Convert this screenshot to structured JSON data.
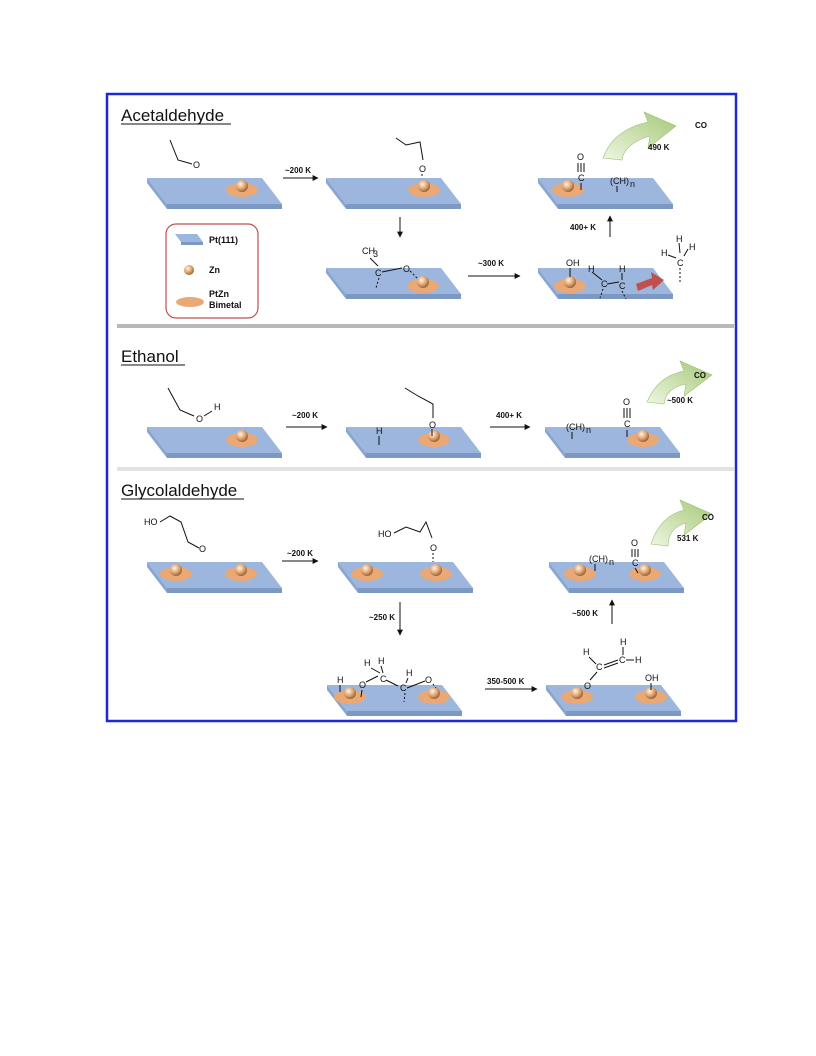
{
  "sections": [
    {
      "title": "Acetaldehyde"
    },
    {
      "title": "Ethanol"
    },
    {
      "title": "Glycolaldehyde"
    }
  ],
  "legend": {
    "pt111": "Pt(111)",
    "zn": "Zn",
    "ptzn_line1": "PtZn",
    "ptzn_line2": "Bimetal"
  },
  "temps": {
    "a1": "~200 K",
    "a2": "~300 K",
    "a3": "400+ K",
    "a_des": "490 K",
    "e1": "~200 K",
    "e2": "400+ K",
    "e_des": "~500 K",
    "g1": "~200 K",
    "g2": "~250 K",
    "g3": "350-500 K",
    "g4": "~500 K",
    "g_des": "531 K"
  },
  "products": {
    "co": "CO"
  },
  "atoms": {
    "O": "O",
    "H": "H",
    "C": "C",
    "OH": "OH",
    "HO": "HO",
    "CH3": "CH",
    "CH3sub": "3",
    "CHn": "(CH)",
    "CHnsub": "n"
  },
  "colors": {
    "frame": "#1f28d6",
    "surface_top": "#9db6dd",
    "surface_side": "#7c99c6",
    "bimetal": "#eaa874",
    "zn": "#e0a36e",
    "co_arrow": "#b5d28a",
    "ch3_arrow": "#c0504d",
    "legend_border": "#c0504d",
    "divider": "#b8b8b8"
  }
}
